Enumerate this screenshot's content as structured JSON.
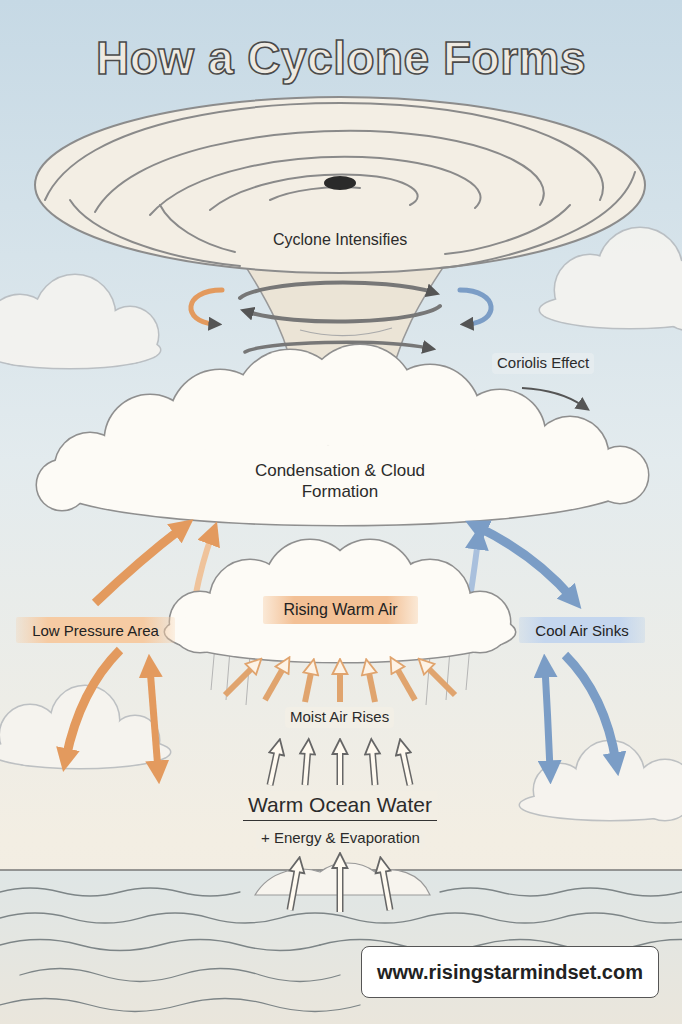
{
  "diagram": {
    "title": "How a Cyclone Forms",
    "nodes": [
      {
        "text": [
          "Low Pressure Area"
        ]
      },
      {
        "text": [
          "Rising Warm Air"
        ]
      },
      {
        "text": [
          "Cool Air Sinks"
        ]
      },
      {
        "text": [
          "www.risingstarmindset.com"
        ]
      }
    ],
    "labels": [
      "Cyclone Intensifies",
      "Coriolis Effect",
      "Condensation & Cloud Formation",
      "Moist Air Rises",
      "Warm Ocean Water",
      "+ Energy & Evaporation"
    ]
  }
}
